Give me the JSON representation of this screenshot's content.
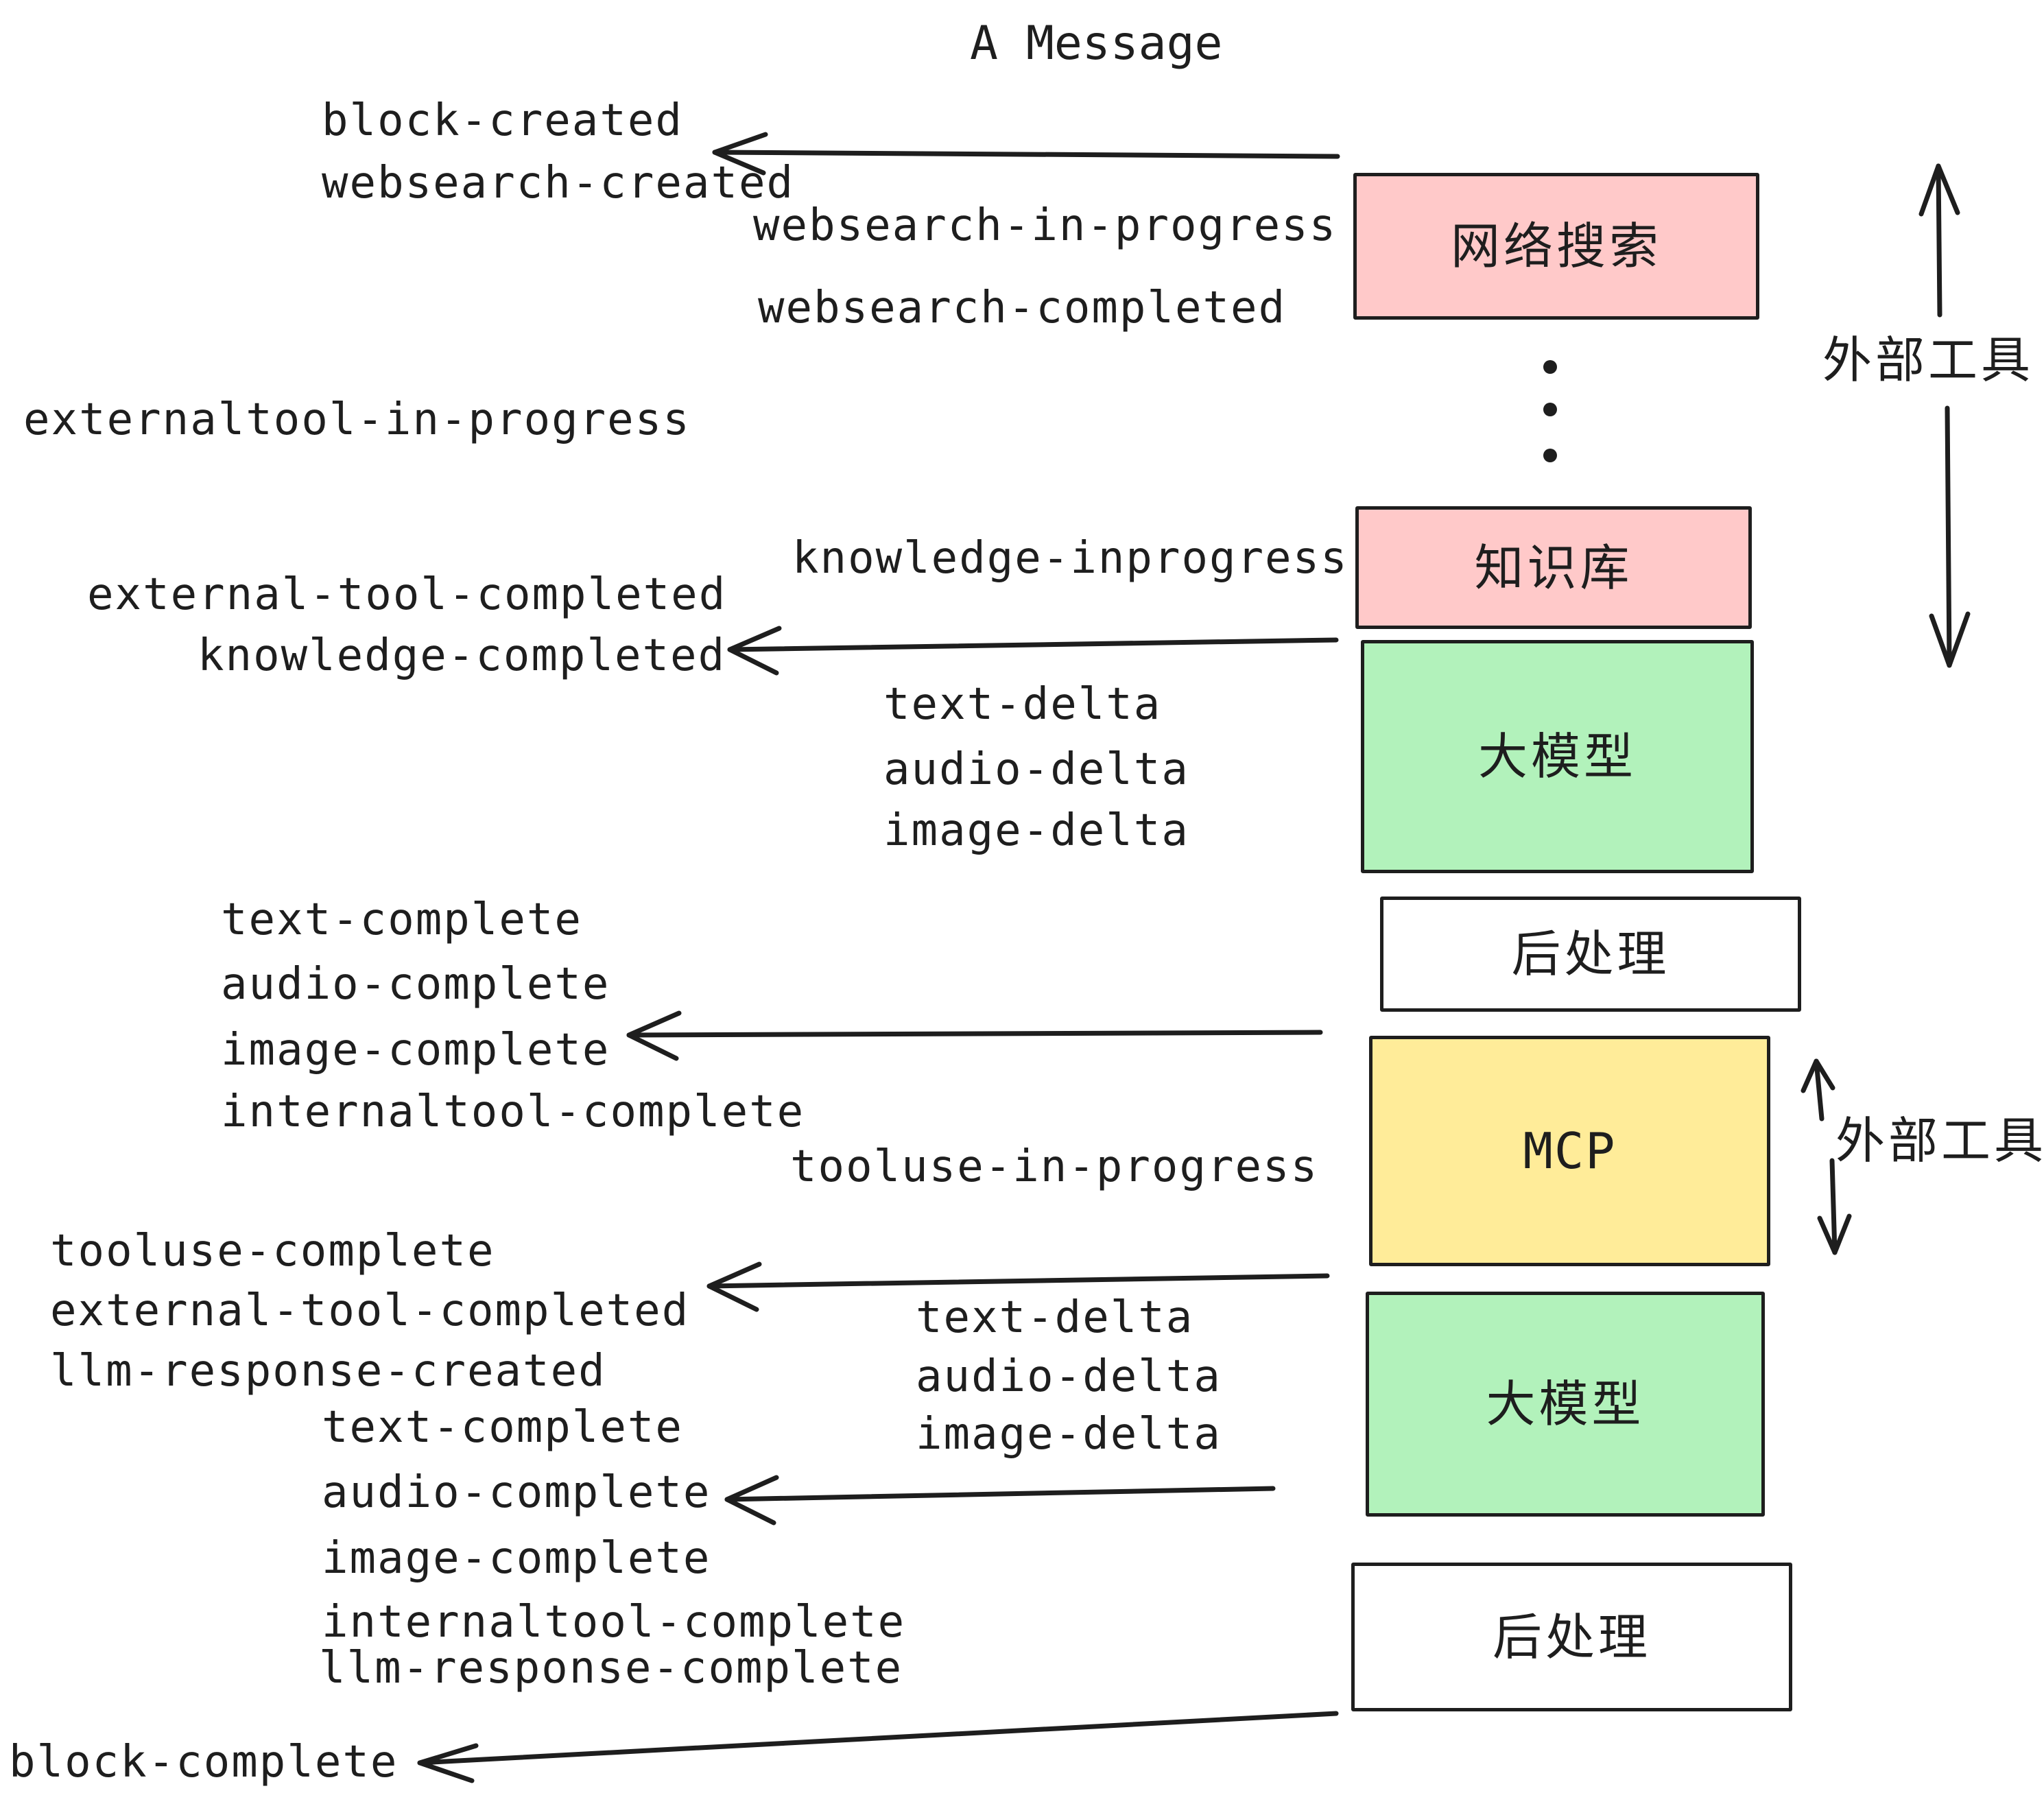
{
  "title": "A Message",
  "boxes": [
    {
      "id": "websearch",
      "label": "网络搜索",
      "color": "#ffc9c9"
    },
    {
      "id": "knowledge",
      "label": "知识库",
      "color": "#ffc9c9"
    },
    {
      "id": "llm_1",
      "label": "大模型",
      "color": "#b2f2bb"
    },
    {
      "id": "postprocess_1",
      "label": "后处理",
      "color": "#ffffff"
    },
    {
      "id": "mcp",
      "label": "MCP",
      "color": "#ffec99"
    },
    {
      "id": "llm_2",
      "label": "大模型",
      "color": "#b2f2bb"
    },
    {
      "id": "postprocess_2",
      "label": "后处理",
      "color": "#ffffff"
    }
  ],
  "side_labels": {
    "external_tools_top": "外部工具",
    "external_tools_mcp": "外部工具"
  },
  "events": {
    "block_created": "block-created",
    "websearch_created": "websearch-created",
    "websearch_in_progress": "websearch-in-progress",
    "websearch_completed": "websearch-completed",
    "externaltool_in_progress": "externaltool-in-progress",
    "knowledge_inprogress": "knowledge-inprogress",
    "external_tool_completed_1": "external-tool-completed",
    "knowledge_completed": "knowledge-completed",
    "text_delta_1": "text-delta",
    "audio_delta_1": "audio-delta",
    "image_delta_1": "image-delta",
    "text_complete_1": "text-complete",
    "audio_complete_1": "audio-complete",
    "image_complete_1": "image-complete",
    "internaltool_complete_1": "internaltool-complete",
    "tooluse_in_progress": "tooluse-in-progress",
    "tooluse_complete": "tooluse-complete",
    "external_tool_completed_2": "external-tool-completed",
    "llm_response_created": "llm-response-created",
    "text_delta_2": "text-delta",
    "audio_delta_2": "audio-delta",
    "image_delta_2": "image-delta",
    "text_complete_2": "text-complete",
    "audio_complete_2": "audio-complete",
    "image_complete_2": "image-complete",
    "internaltool_complete_2": "internaltool-complete",
    "llm_response_complete": "llm-response-complete",
    "block_complete": "block-complete"
  },
  "colors": {
    "ink": "#1e1e1e",
    "background": "#ffffff"
  }
}
